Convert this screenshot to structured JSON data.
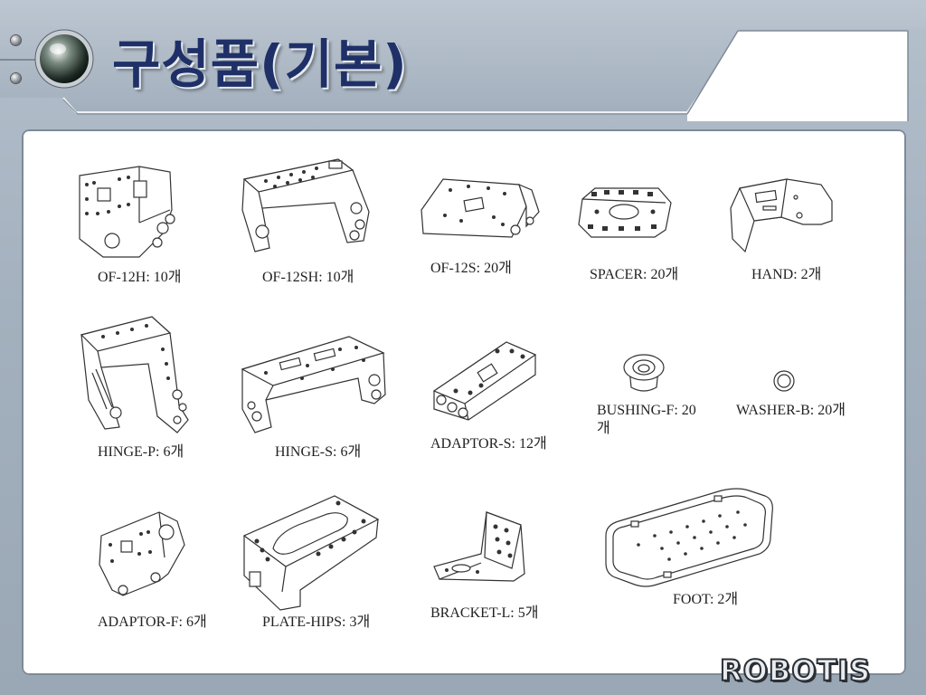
{
  "header": {
    "title": "구성품(기본)"
  },
  "parts": [
    {
      "id": "of-12h",
      "label": "OF-12H:   10개"
    },
    {
      "id": "of-12sh",
      "label": "OF-12SH: 10개"
    },
    {
      "id": "of-12s",
      "label": "OF-12S: 20개"
    },
    {
      "id": "spacer",
      "label": "SPACER: 20개"
    },
    {
      "id": "hand",
      "label": "HAND: 2개"
    },
    {
      "id": "hinge-p",
      "label": "HINGE-P: 6개"
    },
    {
      "id": "hinge-s",
      "label": "HINGE-S: 6개"
    },
    {
      "id": "adaptor-s",
      "label": "ADAPTOR-S:  12개"
    },
    {
      "id": "bushing-f",
      "label": "BUSHING-F: 20개"
    },
    {
      "id": "washer-b",
      "label": "WASHER-B: 20개"
    },
    {
      "id": "adaptor-f",
      "label": "ADAPTOR-F: 6개"
    },
    {
      "id": "plate-hips",
      "label": "PLATE-HIPS: 3개"
    },
    {
      "id": "bracket-l",
      "label": "BRACKET-L: 5개"
    },
    {
      "id": "foot",
      "label": "FOOT:   2개"
    }
  ],
  "footer": {
    "logo": "ROBOTIS"
  },
  "colors": {
    "title": "#1f3068",
    "frame": "#a3b0bd",
    "panel": "#ffffff",
    "line": "#333333"
  }
}
